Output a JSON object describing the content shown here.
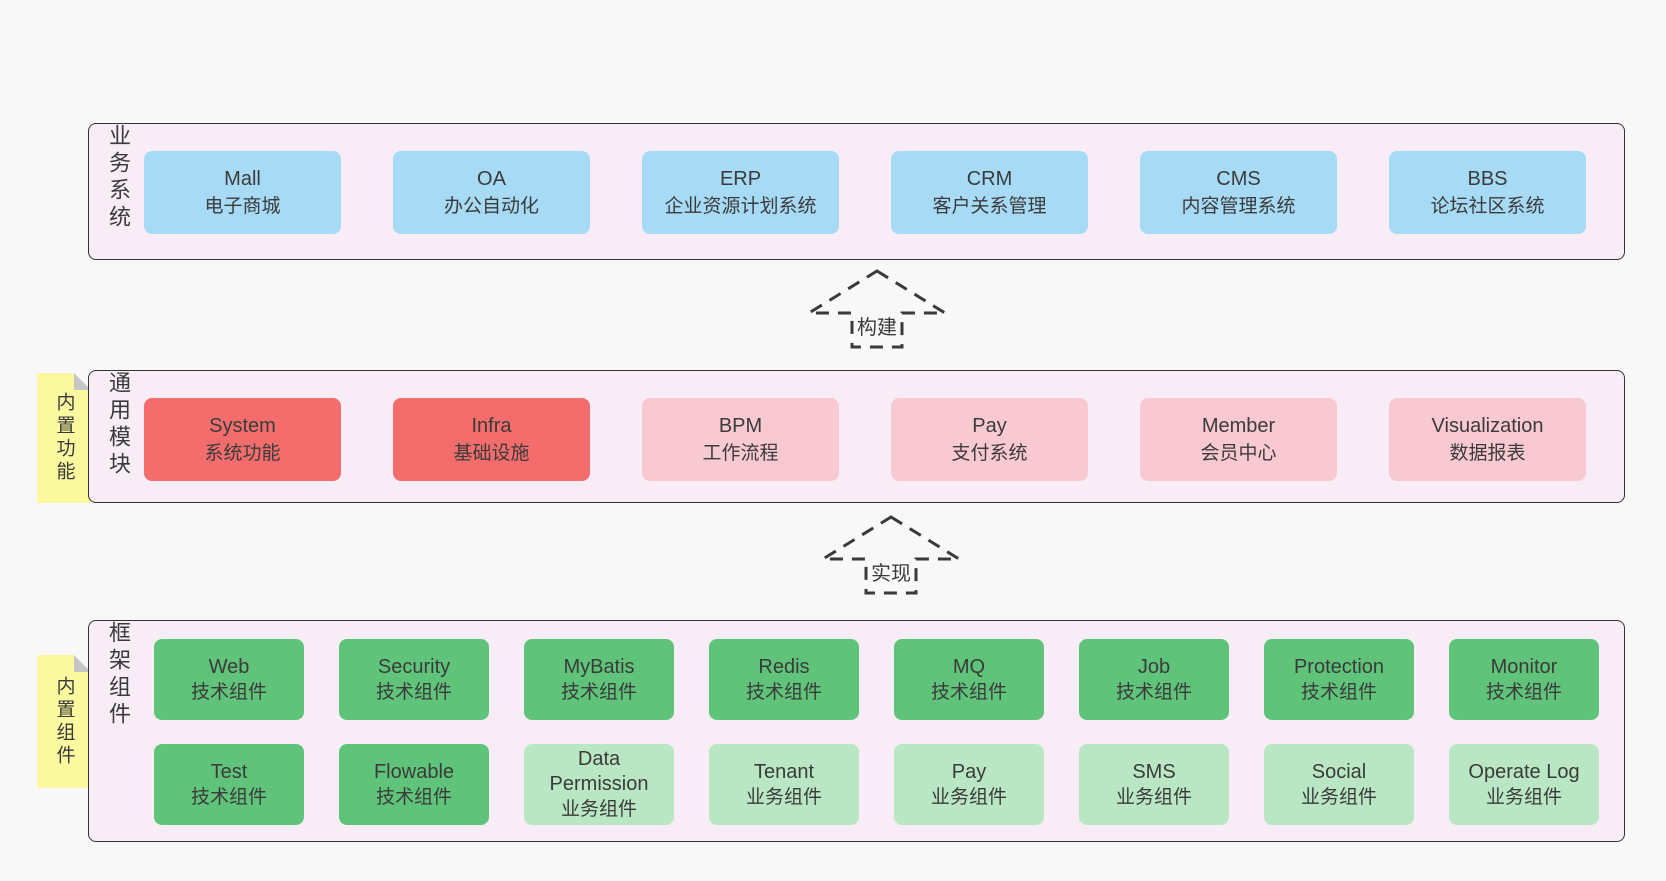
{
  "page": {
    "background": "#f8f8f8"
  },
  "colors": {
    "panel_bg": "#f8edf7",
    "panel_border": "#333333",
    "blue": "#a7daf5",
    "red": "#f36d6d",
    "pink": "#f9c9d1",
    "green_dark": "#5fc47a",
    "green_light": "#b9e7c3",
    "sticky_yellow": "#fbf9a0",
    "text": "#3b3b3b"
  },
  "arrows": [
    {
      "label": "构建"
    },
    {
      "label": "实现"
    }
  ],
  "layers": [
    {
      "label": "业务系统",
      "boxes": [
        {
          "name": "Mall",
          "subtitle": "电子商城"
        },
        {
          "name": "OA",
          "subtitle": "办公自动化"
        },
        {
          "name": "ERP",
          "subtitle": "企业资源计划系统"
        },
        {
          "name": "CRM",
          "subtitle": "客户关系管理"
        },
        {
          "name": "CMS",
          "subtitle": "内容管理系统"
        },
        {
          "name": "BBS",
          "subtitle": "论坛社区系统"
        }
      ]
    },
    {
      "label": "通用模块",
      "sticky": "内置功能",
      "boxes": [
        {
          "name": "System",
          "subtitle": "系统功能"
        },
        {
          "name": "Infra",
          "subtitle": "基础设施"
        },
        {
          "name": "BPM",
          "subtitle": "工作流程"
        },
        {
          "name": "Pay",
          "subtitle": "支付系统"
        },
        {
          "name": "Member",
          "subtitle": "会员中心"
        },
        {
          "name": "Visualization",
          "subtitle": "数据报表"
        }
      ]
    },
    {
      "label": "框架组件",
      "sticky": "内置组件",
      "rows": [
        [
          {
            "name": "Web",
            "subtitle": "技术组件"
          },
          {
            "name": "Security",
            "subtitle": "技术组件"
          },
          {
            "name": "MyBatis",
            "subtitle": "技术组件"
          },
          {
            "name": "Redis",
            "subtitle": "技术组件"
          },
          {
            "name": "MQ",
            "subtitle": "技术组件"
          },
          {
            "name": "Job",
            "subtitle": "技术组件"
          },
          {
            "name": "Protection",
            "subtitle": "技术组件"
          },
          {
            "name": "Monitor",
            "subtitle": "技术组件"
          }
        ],
        [
          {
            "name": "Test",
            "subtitle": "技术组件"
          },
          {
            "name": "Flowable",
            "subtitle": "技术组件"
          },
          {
            "name": "Data Permission",
            "subtitle": "业务组件"
          },
          {
            "name": "Tenant",
            "subtitle": "业务组件"
          },
          {
            "name": "Pay",
            "subtitle": "业务组件"
          },
          {
            "name": "SMS",
            "subtitle": "业务组件"
          },
          {
            "name": "Social",
            "subtitle": "业务组件"
          },
          {
            "name": "Operate Log",
            "subtitle": "业务组件"
          }
        ]
      ]
    }
  ]
}
